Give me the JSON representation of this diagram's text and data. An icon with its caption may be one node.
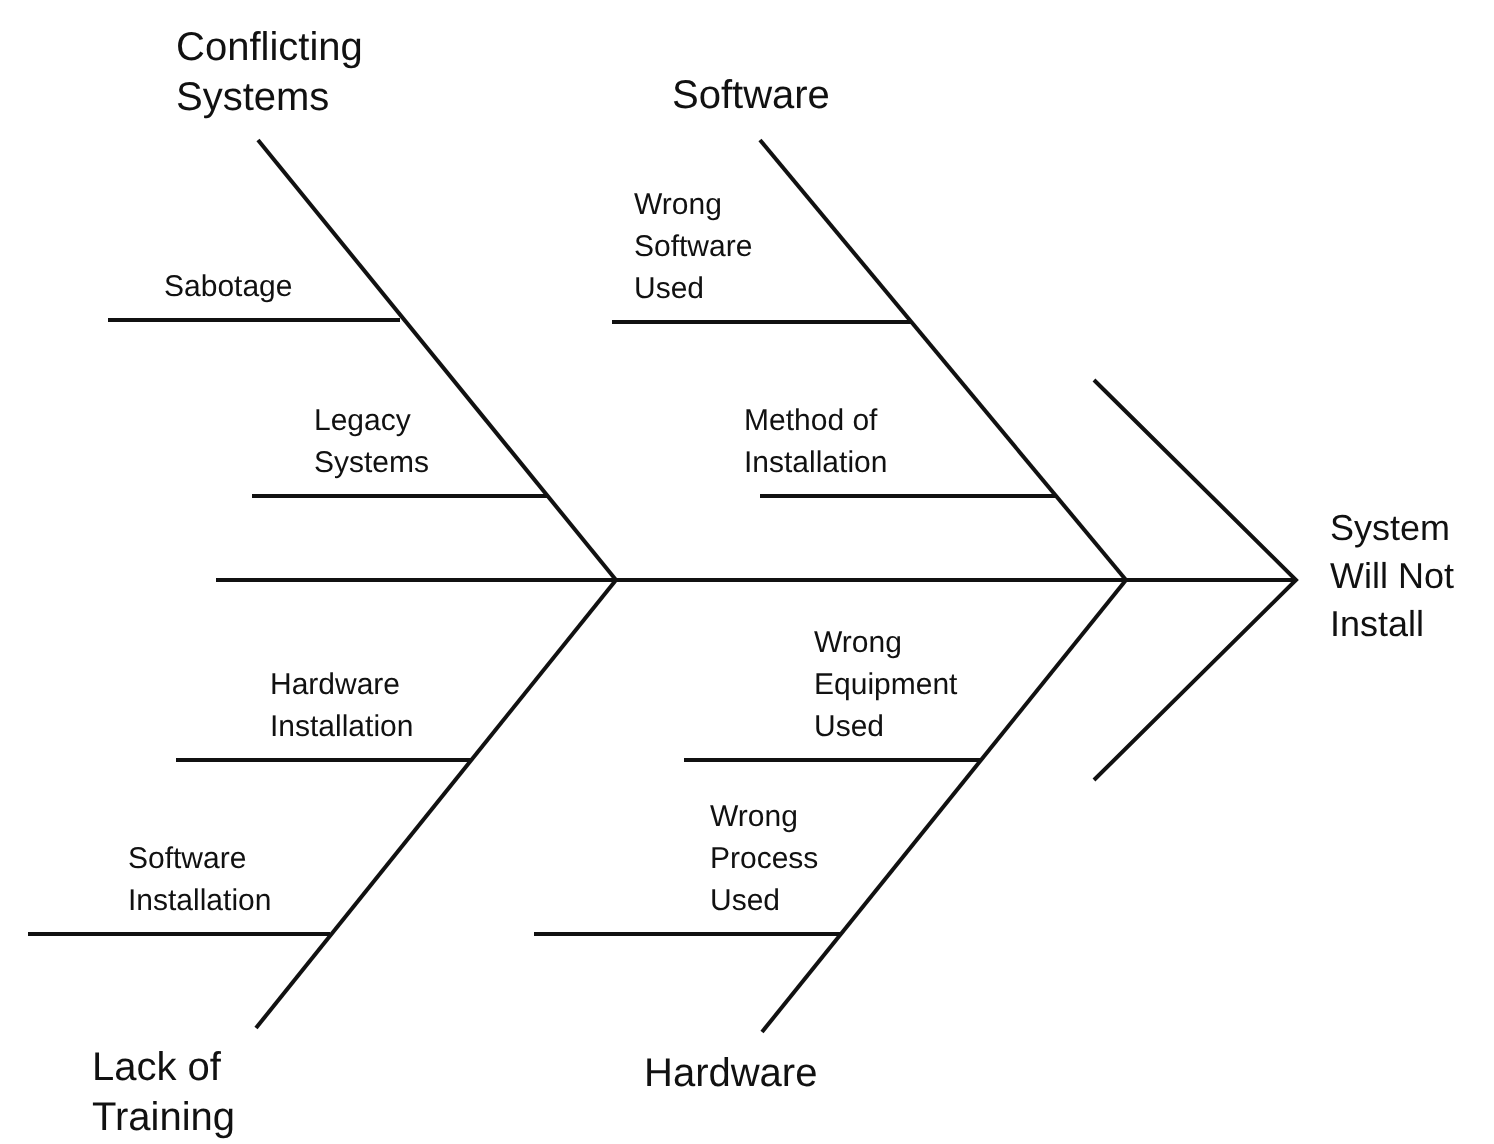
{
  "diagram": {
    "nodes": [
      {
        "text": [
          "Conflicting Systems"
        ]
      },
      {
        "text": [
          "Sabotage"
        ]
      },
      {
        "text": [
          "Legacy Systems"
        ]
      },
      {
        "text": [
          "Software"
        ]
      },
      {
        "text": [
          "Wrong Software Used"
        ]
      },
      {
        "text": [
          "Method of Installation"
        ]
      },
      {
        "text": [
          "System Will Not Install"
        ]
      },
      {
        "text": [
          "Hardware Installation"
        ]
      },
      {
        "text": [
          "Software Installation"
        ]
      },
      {
        "text": [
          "Wrong Equipment Used"
        ]
      },
      {
        "text": [
          "Wrong Process Used"
        ]
      },
      {
        "text": [
          "Lack of Training"
        ]
      },
      {
        "text": [
          "Hardware"
        ]
      }
    ],
    "edges": [
      {
        "from": 0,
        "to": null,
        "arrow": "none"
      },
      {
        "from": 1,
        "to": null,
        "arrow": "none"
      },
      {
        "from": 2,
        "to": null,
        "arrow": "none"
      },
      {
        "from": 3,
        "to": null,
        "arrow": "none"
      },
      {
        "from": 4,
        "to": null,
        "arrow": "none"
      },
      {
        "from": 5,
        "to": null,
        "arrow": "none"
      },
      {
        "from": 11,
        "to": null,
        "arrow": "none"
      },
      {
        "from": 7,
        "to": null,
        "arrow": "none"
      },
      {
        "from": 8,
        "to": null,
        "arrow": "none"
      },
      {
        "from": 12,
        "to": null,
        "arrow": "none"
      },
      {
        "from": 9,
        "to": null,
        "arrow": "none"
      },
      {
        "from": 10,
        "to": null,
        "arrow": "none"
      },
      {
        "from": null,
        "to": 6,
        "arrow": "to"
      }
    ]
  }
}
